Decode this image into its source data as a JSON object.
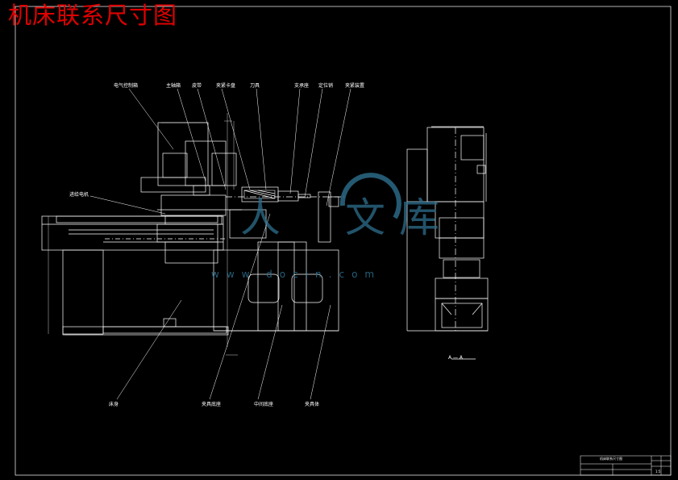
{
  "title": "机床联系尺寸图",
  "labels": {
    "electrical_box": "电气控制箱",
    "spindle_box": "主轴箱",
    "belt": "皮带",
    "chuck": "夹紧卡盘",
    "tool": "刀具",
    "support": "支承座",
    "positioning": "定位销",
    "workpiece_clamp": "夹紧装置",
    "feed_motor": "进给电机",
    "bed": "床身",
    "fixture_base": "夹具底座",
    "slide_table": "中间底座",
    "fixture_body": "夹具体",
    "section_mark": "A — A"
  },
  "watermark": {
    "cn1": "人",
    "cn2": "文",
    "cn3": "库",
    "url": "www.docin.com"
  },
  "title_block": {
    "drawing_name": "机床联系尺寸图",
    "scale": "1:5"
  },
  "colors": {
    "background": "#000000",
    "lines": "#ffffff",
    "title": "#e00000",
    "watermark": "#2e6f8e"
  }
}
